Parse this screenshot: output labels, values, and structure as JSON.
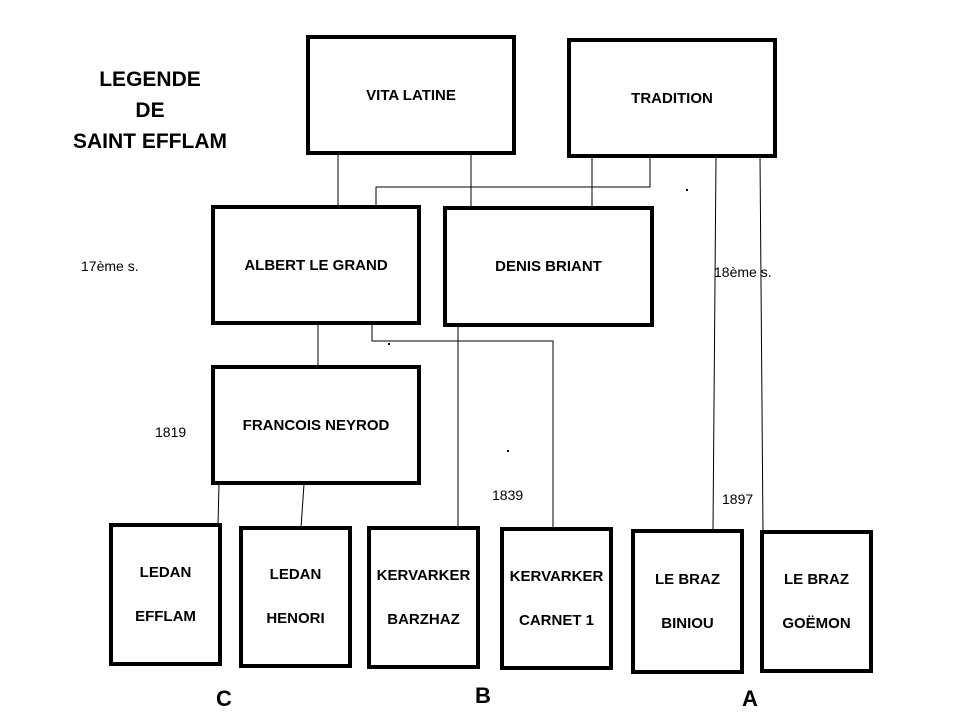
{
  "title": {
    "line1": "LEGENDE",
    "line2": "DE",
    "line3": "SAINT EFFLAM"
  },
  "sources": {
    "vita_latine": "VITA LATINE",
    "tradition": "TRADITION"
  },
  "authors": {
    "albert_le_grand": "ALBERT LE GRAND",
    "denis_briant": "DENIS BRIANT",
    "francois_neyrod": "FRANCOIS NEYROD"
  },
  "versions": [
    {
      "line1": "LEDAN",
      "line2": "EFFLAM"
    },
    {
      "line1": "LEDAN",
      "line2": "HENORI"
    },
    {
      "line1": "KERVARKER",
      "line2": "BARZHAZ"
    },
    {
      "line1": "KERVARKER",
      "line2": "CARNET 1"
    },
    {
      "line1": "LE BRAZ",
      "line2": "BINIOU"
    },
    {
      "line1": "LE BRAZ",
      "line2": "GOËMON"
    }
  ],
  "dates": {
    "century_17": "17ème s.",
    "century_18": "18ème s.",
    "year_1819": "1819",
    "year_1839": "1839",
    "year_1897": "1897"
  },
  "groups": {
    "c": "C",
    "b": "B",
    "a": "A"
  }
}
